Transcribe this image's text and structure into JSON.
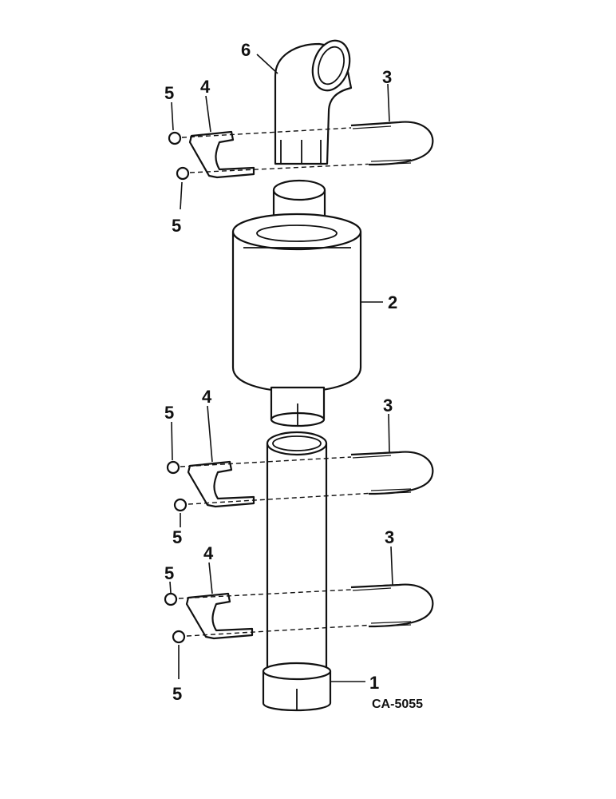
{
  "figure_id": "CA-5055",
  "callouts": {
    "tailpipe": "1",
    "muffler": "2",
    "u_bolt": "3",
    "clamp_saddle": "4",
    "nut": "5",
    "elbow_pipe": "6"
  }
}
